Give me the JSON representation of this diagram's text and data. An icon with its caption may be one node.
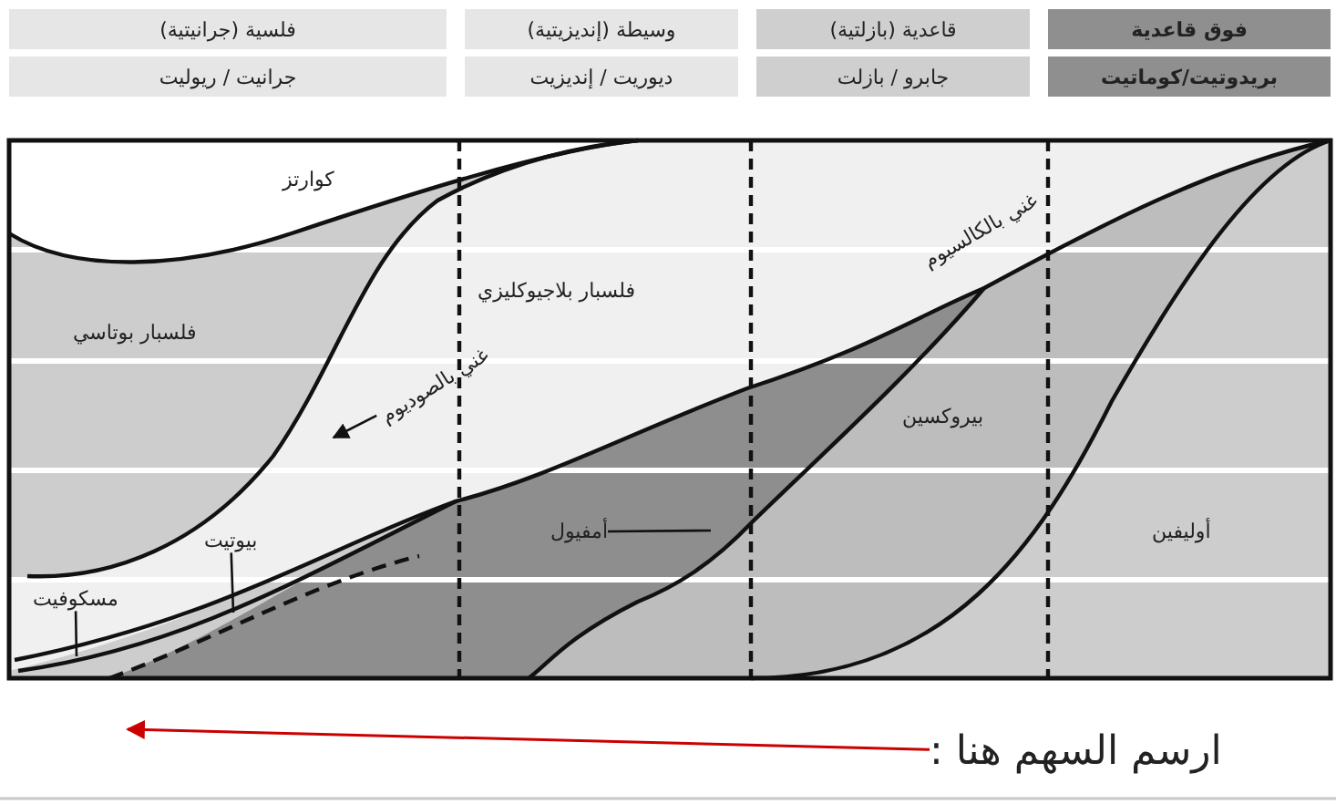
{
  "diagram": {
    "nodes": [
      {
        "text": [
          "غني بالصوديوم"
        ]
      },
      {
        "text": [
          "أمفيول"
        ]
      },
      {
        "text": [
          "بيوتيت"
        ]
      },
      {
        "text": [
          "مسكوفيت"
        ]
      },
      {
        "text": [
          "ارسم السهم هنا :"
        ]
      }
    ],
    "edges": [
      {
        "from": 4,
        "to": null,
        "arrow": "to",
        "color": "#cc0000"
      },
      {
        "from": 0,
        "to": null,
        "arrow": "to"
      },
      {
        "from": 1,
        "to": null,
        "arrow": "none"
      },
      {
        "from": 2,
        "to": null,
        "arrow": "none"
      },
      {
        "from": 3,
        "to": null,
        "arrow": "none"
      }
    ],
    "labels": [
      "فوق قاعدية",
      "قاعدية (بازلتية)",
      "وسيطة (إنديزيتية)",
      "فلسية (جرانيتية)",
      "بريدوتيت/كوماتيت",
      "جابرو / بازلت",
      "ديوريت / إنديزيت",
      "جرانيت / ريوليت",
      "كوارتز",
      "فلسبار بلاجيوكليزي",
      "غني بالكالسيوم",
      "فلسبار بوتاسي",
      "بيروكسين",
      "أوليفين"
    ]
  }
}
